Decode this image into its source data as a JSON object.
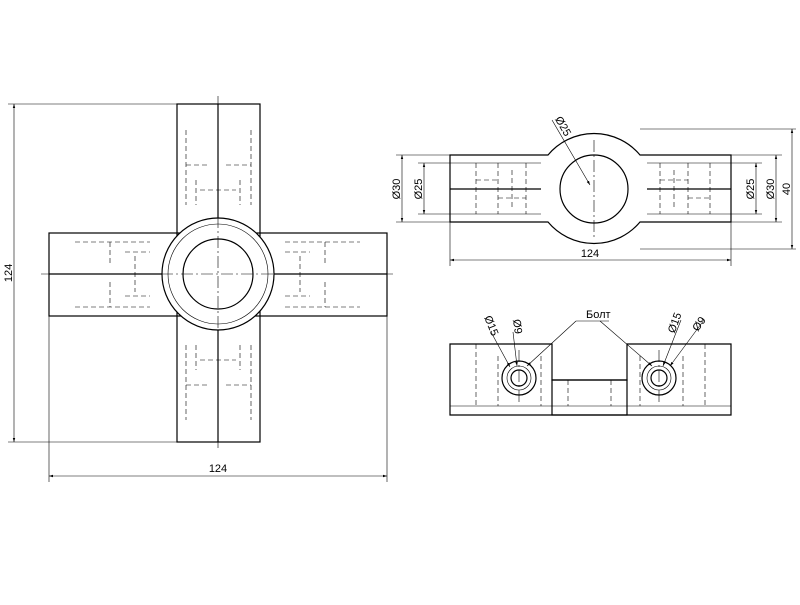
{
  "drawing": {
    "front_view": {
      "overall_height_label": "124",
      "overall_width_label": "124"
    },
    "top_view": {
      "bore_diameter_label": "Ø25",
      "left_outer_diameter_label": "Ø30",
      "left_inner_diameter_label": "Ø25",
      "right_inner_diameter_label": "Ø25",
      "right_outer_diameter_label": "Ø30",
      "height_label": "40",
      "length_label": "124"
    },
    "bottom_view": {
      "left_counterbore_label": "Ø15",
      "left_hole_label": "Ø9",
      "right_counterbore_label": "Ø15",
      "right_hole_label": "Ø9",
      "bolt_label": "Болт"
    }
  }
}
